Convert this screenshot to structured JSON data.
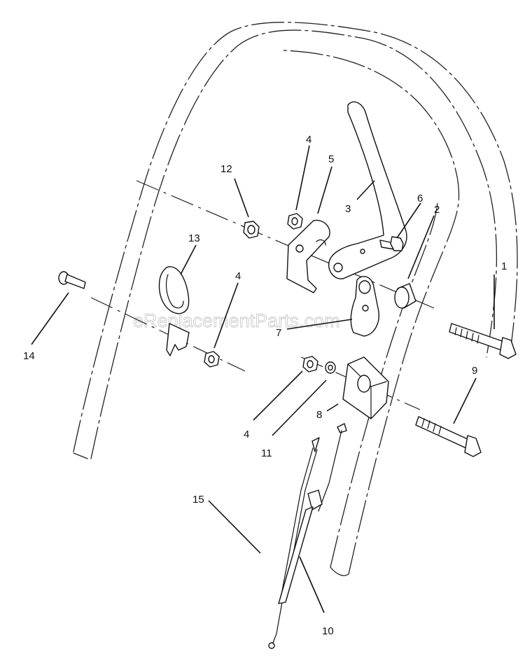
{
  "watermark": "eReplacementParts.com",
  "callouts": [
    {
      "id": "1",
      "label": "1"
    },
    {
      "id": "2",
      "label": "2"
    },
    {
      "id": "3",
      "label": "3"
    },
    {
      "id": "4a",
      "label": "4"
    },
    {
      "id": "4b",
      "label": "4"
    },
    {
      "id": "4c",
      "label": "4"
    },
    {
      "id": "5",
      "label": "5"
    },
    {
      "id": "6",
      "label": "6"
    },
    {
      "id": "7",
      "label": "7"
    },
    {
      "id": "8",
      "label": "8"
    },
    {
      "id": "9",
      "label": "9"
    },
    {
      "id": "10",
      "label": "10"
    },
    {
      "id": "11",
      "label": "11"
    },
    {
      "id": "12",
      "label": "12"
    },
    {
      "id": "13",
      "label": "13"
    },
    {
      "id": "14",
      "label": "14"
    },
    {
      "id": "15",
      "label": "15"
    }
  ]
}
